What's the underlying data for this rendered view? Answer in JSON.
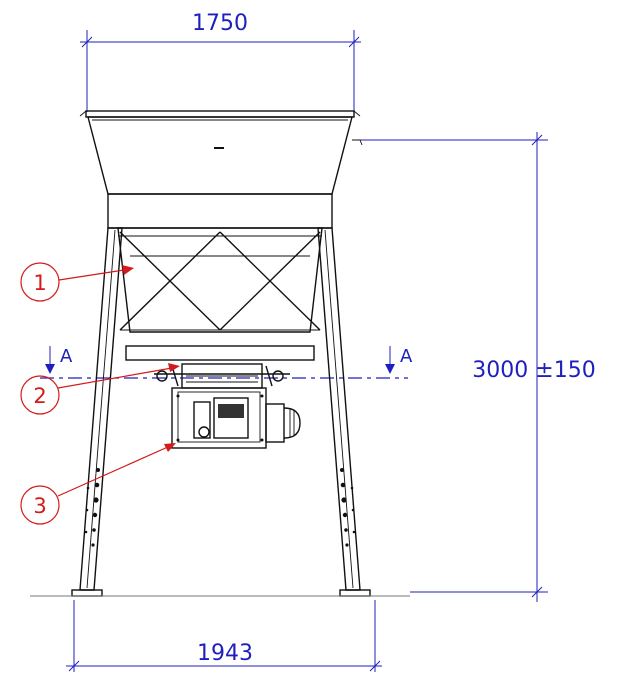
{
  "dimensions": {
    "top_width": "1750",
    "bottom_width": "1943",
    "height": "3000 ±150"
  },
  "section_marker": {
    "left_label": "A",
    "right_label": "A"
  },
  "balloons": [
    {
      "label": "1"
    },
    {
      "label": "2"
    },
    {
      "label": "3"
    }
  ],
  "colors": {
    "dimension": "#1f1fbf",
    "balloon": "#d41a1a",
    "geometry": "#111111"
  }
}
